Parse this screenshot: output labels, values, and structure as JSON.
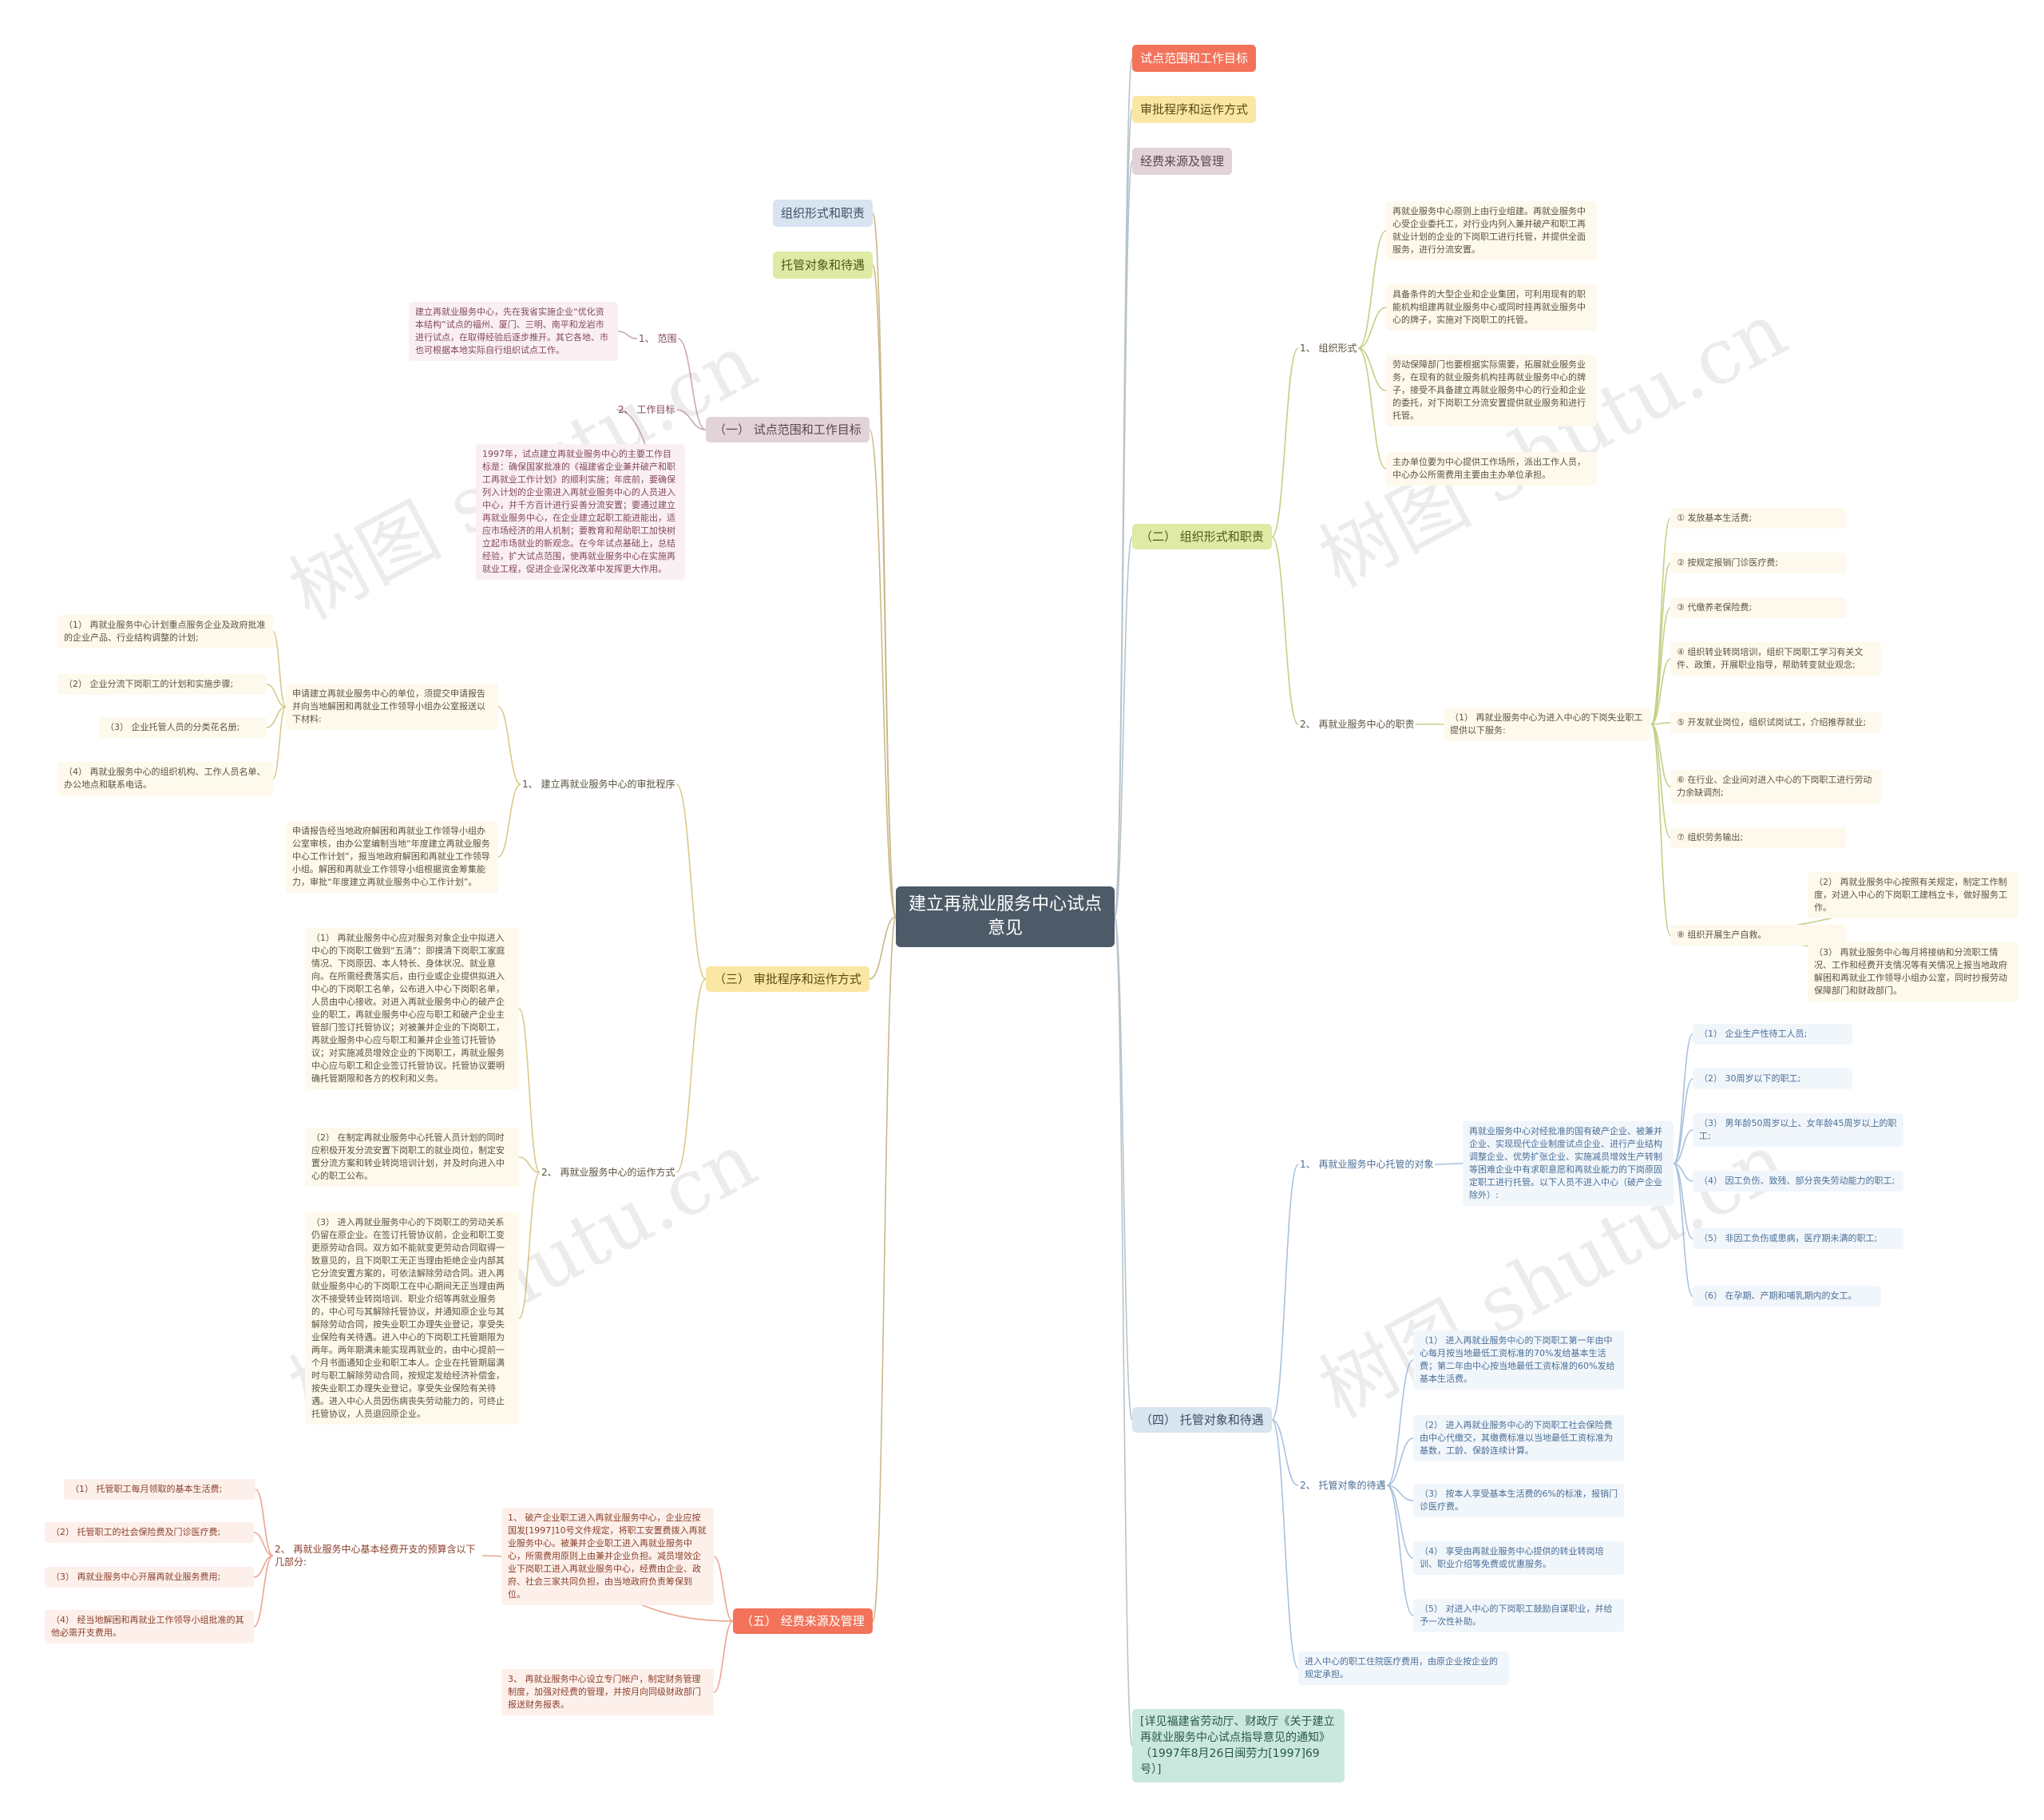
{
  "root": "建立再就业服务中心试点意见",
  "top_tags": [
    "试点范围和工作目标",
    "审批程序和运作方式",
    "经费来源及管理"
  ],
  "left_tags": [
    "组织形式和职责",
    "托管对象和待遇"
  ],
  "footer_note": "[详见福建省劳动厅、财政厅《关于建立再就业服务中心试点指导意见的通知》（1997年8月26日闽劳力[1997]69号）]",
  "watermark": "树图 shutu.cn",
  "s1": {
    "title": "（一） 试点范围和工作目标",
    "range_label": "1、 范围",
    "range_text": "建立再就业服务中心，先在我省实施企业“优化资本结构”试点的福州、厦门、三明、南平和龙岩市进行试点，在取得经验后逐步推开。其它各地、市也可根据本地实际自行组织试点工作。",
    "goal_label": "2、 工作目标",
    "goal_text": "1997年，试点建立再就业服务中心的主要工作目标是：确保国家批准的《福建省企业兼并破产和职工再就业工作计划》的顺利实施；年底前，要确保列入计划的企业需进入再就业服务中心的人员进入中心，并千方百计进行妥善分流安置；要通过建立再就业服务中心，在企业建立起职工能进能出，适应市场经济的用人机制；要教育和帮助职工加快树立起市场就业的新观念。在今年试点基础上，总结经验，扩大试点范围，使再就业服务中心在实施再就业工程，促进企业深化改革中发挥更大作用。"
  },
  "s2": {
    "title": "（二） 组织形式和职责",
    "org_label": "1、 组织形式",
    "org_items": [
      "再就业服务中心原则上由行业组建。再就业服务中心受企业委托工，对行业内列入兼并破产和职工再就业计划的企业的下岗职工进行托管，并提供全面服务，进行分流安置。",
      "具备条件的大型企业和企业集团，可利用现有的职能机构组建再就业服务中心或同时挂再就业服务中心的牌子，实施对下岗职工的托管。",
      "劳动保障部门也要根据实际需要，拓展就业服务业务，在现有的就业服务机构挂再就业服务中心的牌子，接受不具备建立再就业服务中心的行业和企业的委托，对下岗职工分流安置提供就业服务和进行托管。",
      "主办单位要为中心提供工作场所，派出工作人员，中心办公所需费用主要由主办单位承担。"
    ],
    "duty_label": "2、 再就业服务中心的职责",
    "duty_intro": "（1） 再就业服务中心为进入中心的下岗失业职工提供以下服务:",
    "duty_items": [
      "① 发放基本生活费;",
      "② 按规定报销门诊医疗费;",
      "③ 代缴养老保险费;",
      "④ 组织转业转岗培训，组织下岗职工学习有关文件、政策，开展职业指导，帮助转变就业观念;",
      "⑤ 开发就业岗位，组织试岗试工，介绍推荐就业;",
      "⑥ 在行业、企业间对进入中心的下岗职工进行劳动力余缺调剂;",
      "⑦ 组织劳务输出;",
      "⑧ 组织开展生产自救。"
    ],
    "duty_extra": [
      "（2） 再就业服务中心按照有关规定，制定工作制度，对进入中心的下岗职工建档立卡，做好服务工作。",
      "（3） 再就业服务中心每月将接纳和分流职工情况、工作和经费开支情况等有关情况上报当地政府解困和再就业工作领导小组办公室，同时抄报劳动保障部门和财政部门。"
    ]
  },
  "s3": {
    "title": "（三） 审批程序和运作方式",
    "approve_label": "1、 建立再就业服务中心的审批程序",
    "approve_intro": "申请建立再就业服务中心的单位，须提交申请报告并向当地解困和再就业工作领导小组办公室报送以下材料:",
    "approve_items": [
      "（1） 再就业服务中心计划重点服务企业及政府批准的企业产品、行业结构调整的计划;",
      "（2） 企业分流下岗职工的计划和实施步骤;",
      "（3） 企业托管人员的分类花名册;",
      "（4） 再就业服务中心的组织机构、工作人员名单、办公地点和联系电话。"
    ],
    "approve_review": "申请报告经当地政府解困和再就业工作领导小组办公室审核，由办公室编制当地“年度建立再就业服务中心工作计划”，报当地政府解困和再就业工作领导小组。解困和再就业工作领导小组根据资金筹集能力，审批“年度建立再就业服务中心工作计划”。",
    "op_label": "2、 再就业服务中心的运作方式",
    "op_items": [
      "（1） 再就业服务中心应对服务对象企业中拟进入中心的下岗职工做到“五清”：即摸清下岗职工家庭情况、下岗原因、本人特长、身体状况、就业意向。在所需经费落实后，由行业或企业提供拟进入中心的下岗职工名单，公布进入中心下岗职名单，人员由中心接收。对进入再就业服务中心的破产企业的职工，再就业服务中心应与职工和破产企业主管部门签订托管协议；对被兼并企业的下岗职工，再就业服务中心应与职工和兼并企业签订托管协议；对实施减员增效企业的下岗职工，再就业服务中心应与职工和企业签订托管协议。托管协议要明确托管期限和各方的权利和义务。",
      "（2） 在制定再就业服务中心托管人员计划的同时应积极开发分流安置下岗职工的就业岗位，制定安置分流方案和转业转岗培训计划，并及时向进入中心的职工公布。",
      "（3） 进入再就业服务中心的下岗职工的劳动关系仍留在原企业。在签订托管协议前，企业和职工变更原劳动合同。双方如不能就变更劳动合同取得一致意见的，且下岗职工无正当理由拒绝企业内部其它分流安置方案的，可依法解除劳动合同。进入再就业服务中心的下岗职工在中心期间无正当理由两次不接受转业转岗培训、职业介绍等再就业服务的，中心可与其解除托管协议，并通知原企业与其解除劳动合同，按失业职工办理失业登记，享受失业保险有关待遇。进入中心的下岗职工托管期限为两年。两年期满未能实现再就业的，由中心提前一个月书面通知企业和职工本人。企业在托管期届满时与职工解除劳动合同，按规定发给经济补偿金，按失业职工办理失业登记，享受失业保险有关待遇。进入中心人员因伤病丧失劳动能力的，可终止托管协议，人员退回原企业。"
    ]
  },
  "s4": {
    "title": "（四） 托管对象和待遇",
    "obj_label": "1、 再就业服务中心托管的对象",
    "obj_intro": "再就业服务中心对经批准的国有破产企业、被兼并企业、实现现代企业制度试点企业、进行产业结构调整企业、优势扩张企业、实施减员增效生产转制等困难企业中有求职意愿和再就业能力的下岗原固定职工进行托管。以下人员不进入中心（破产企业除外）:",
    "obj_items": [
      "（1） 企业生产性待工人员;",
      "（2） 30周岁以下的职工;",
      "（3） 男年龄50周岁以上、女年龄45周岁以上的职工;",
      "（4） 因工负伤、致残、部分丧失劳动能力的职工;",
      "（5） 非因工负伤或患病，医疗期未满的职工;",
      "（6） 在孕期、产期和哺乳期内的女工。"
    ],
    "treat_label": "2、 托管对象的待遇",
    "treat_items": [
      "（1） 进入再就业服务中心的下岗职工第一年由中心每月按当地最低工资标准的70%发给基本生活费；第二年由中心按当地最低工资标准的60%发给基本生活费。",
      "（2） 进入再就业服务中心的下岗职工社会保险费由中心代缴交，其缴费标准以当地最低工资标准为基数，工龄、保龄连续计算。",
      "（3） 按本人享受基本生活费的6%的标准，报销门诊医疗费。",
      "（4） 享受由再就业服务中心提供的转业转岗培训、职业介绍等免费或优惠服务。",
      "（5） 对进入中心的下岗职工鼓励自谋职业，并给予一次性补助。"
    ],
    "hospital": "进入中心的职工住院医疗费用，由原企业按企业的规定承担。"
  },
  "s5": {
    "title": "（五） 经费来源及管理",
    "item1": "1、 破产企业职工进入再就业服务中心，企业应按国发[1997]10号文件规定，将职工安置费拨入再就业服务中心。被兼并企业职工进入再就业服务中心，所需费用原则上由兼并企业负担。减员增效企业下岗职工进入再就业服务中心，经费由企业、政府、社会三家共同负担，由当地政府负责筹保到位。",
    "item2": "2、 再就业服务中心基本经费开支的预算含以下几部分:",
    "item2_parts": [
      "（1） 托管职工每月领取的基本生活费;",
      "（2） 托管职工的社会保险费及门诊医疗费;",
      "（3） 再就业服务中心开展再就业服务费用;",
      "（4） 经当地解困和再就业工作领导小组批准的其他必需开支费用。"
    ],
    "item3": "3、 再就业服务中心设立专门帐户，制定财务管理制度，加强对经费的管理，并按月向同级财政部门报送财务报表。"
  }
}
